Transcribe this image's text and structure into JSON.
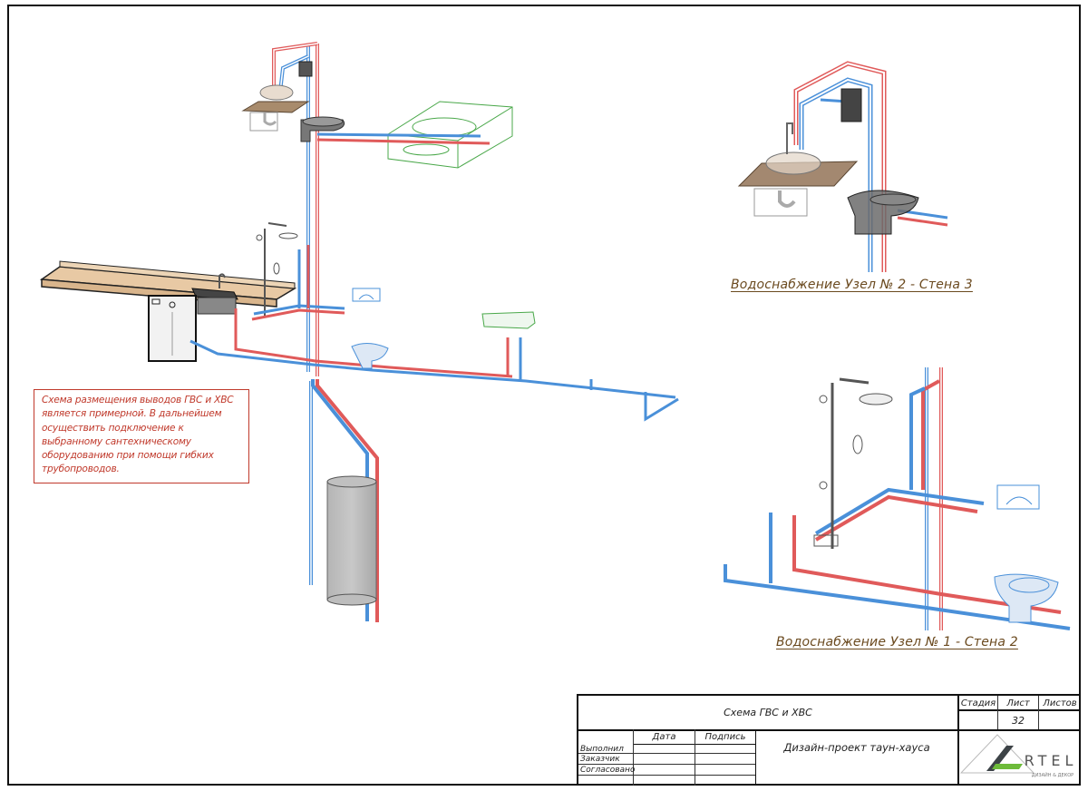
{
  "note": {
    "lines": [
      "Схема размещения выводов ГВС и ХВС",
      "является примерной. В дальнейшем",
      "осуществить подключение к",
      "выбранному сантехническому",
      "оборудованию при помощи гибких",
      "трубопроводов."
    ]
  },
  "captions": {
    "node2": "Водоснабжение Узел № 2 - Стена 3",
    "node1": "Водоснабжение Узел № 1 - Стена 2"
  },
  "title_block": {
    "drawing_title": "Схема ГВС и ХВС",
    "project_title": "Дизайн-проект таун-хауса",
    "headers": {
      "stage": "Стадия",
      "sheet": "Лист",
      "sheets": "Листов"
    },
    "values": {
      "stage": "",
      "sheet": "32",
      "sheets": ""
    },
    "sign_headers": {
      "date": "Дата",
      "signature": "Подпись"
    },
    "roles": [
      "Выполнил",
      "Заказчик",
      "Согласовано"
    ],
    "logo": {
      "name": "RTEL",
      "tagline": "ДИЗАЙН & ДЕКОР"
    }
  },
  "legend_colors": {
    "hot_water": "#e05a5a",
    "cold_water": "#4a90d9",
    "fixture_outline": "#4aa84a",
    "caption": "#6b4a1f",
    "note": "#c0392b"
  }
}
